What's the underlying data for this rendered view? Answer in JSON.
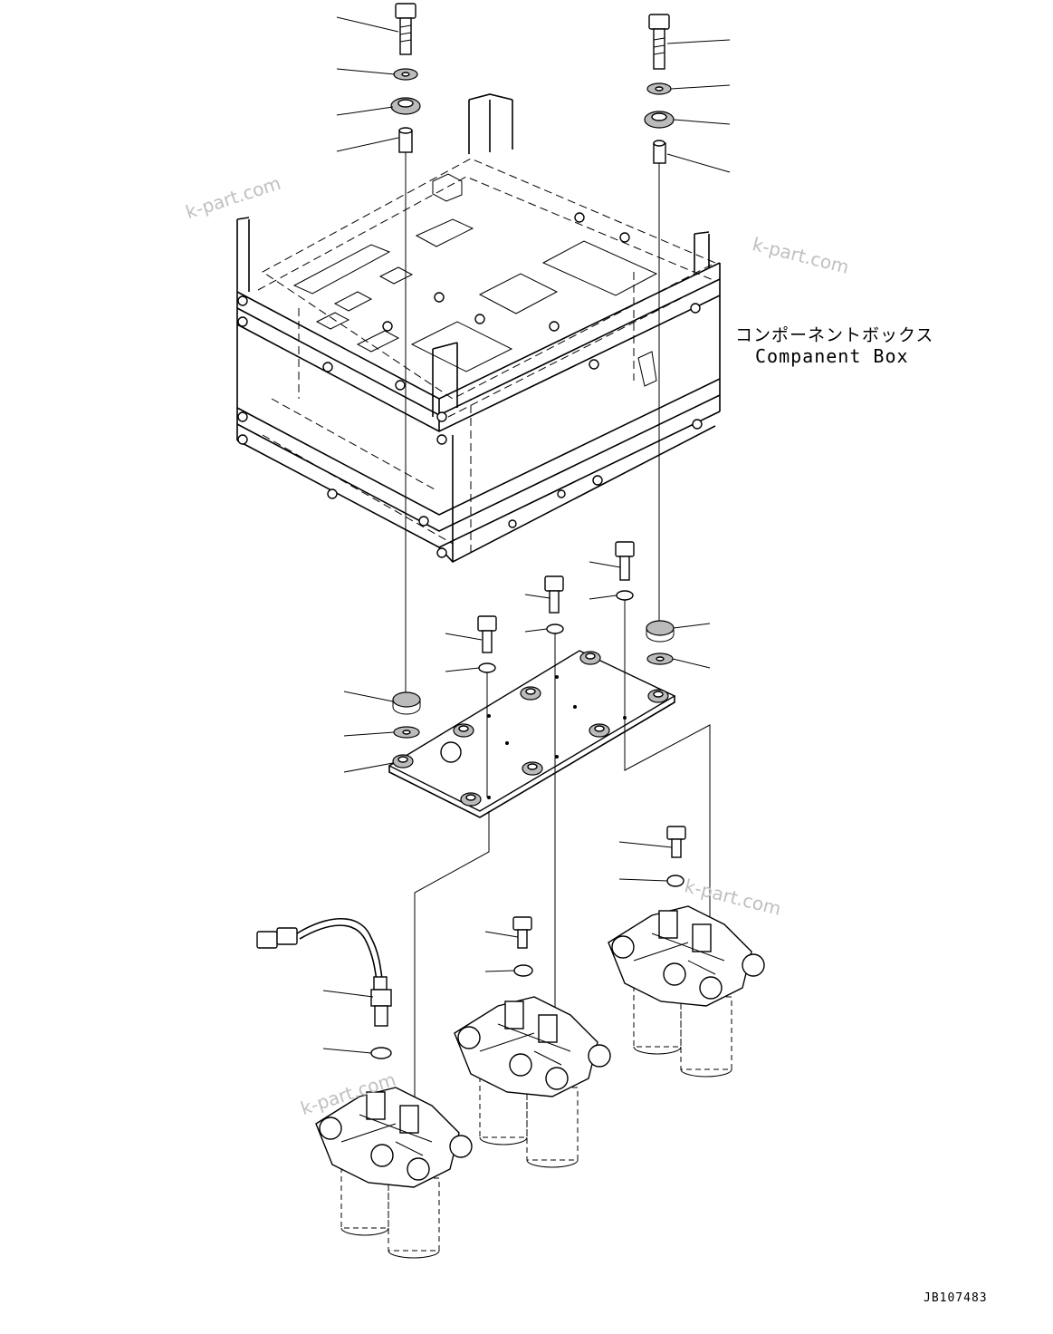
{
  "labels": {
    "component_box_jp": "コンポーネントボックス",
    "component_box_en": "Companent Box",
    "drawing_code": "JB107483"
  },
  "watermarks": [
    "k-part.com",
    "k-part.com",
    "k-part.com",
    "k-part.com"
  ]
}
